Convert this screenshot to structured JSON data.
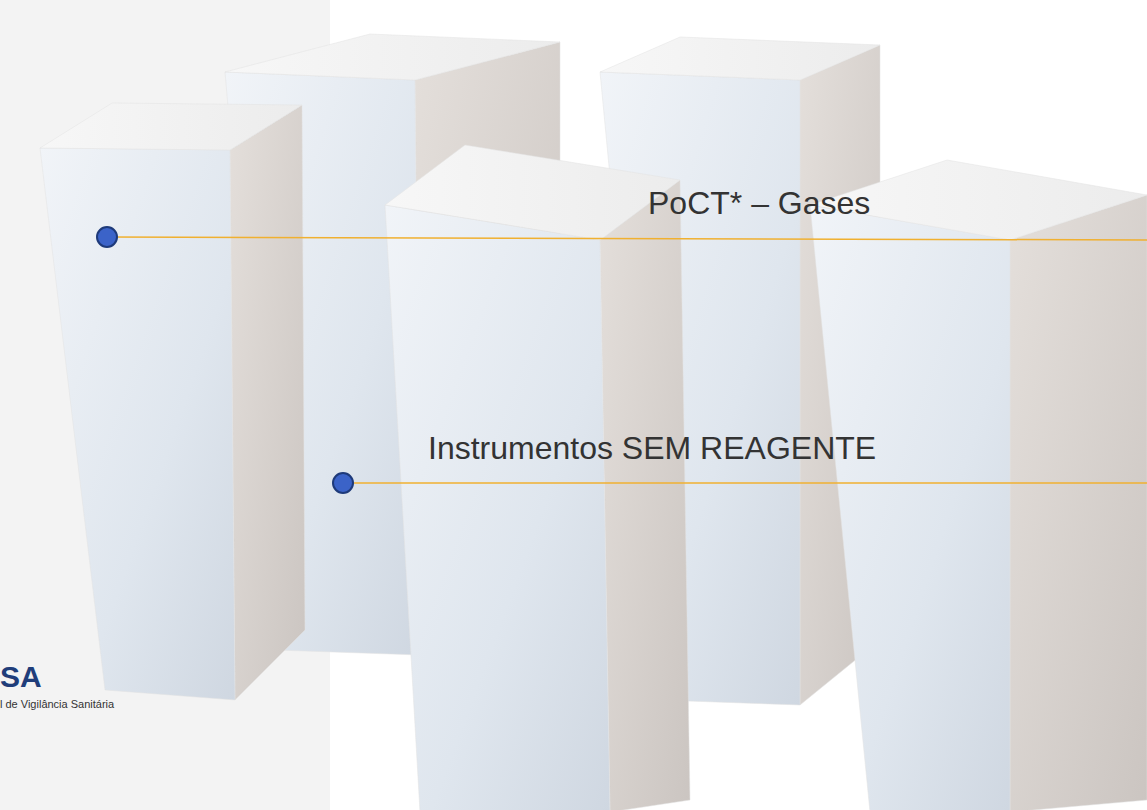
{
  "diagram": {
    "labels": [
      "PoCT* – Gases",
      "Instrumentos SEM REAGENTE",
      "SA",
      "l de Vigilância Sanitária"
    ]
  }
}
